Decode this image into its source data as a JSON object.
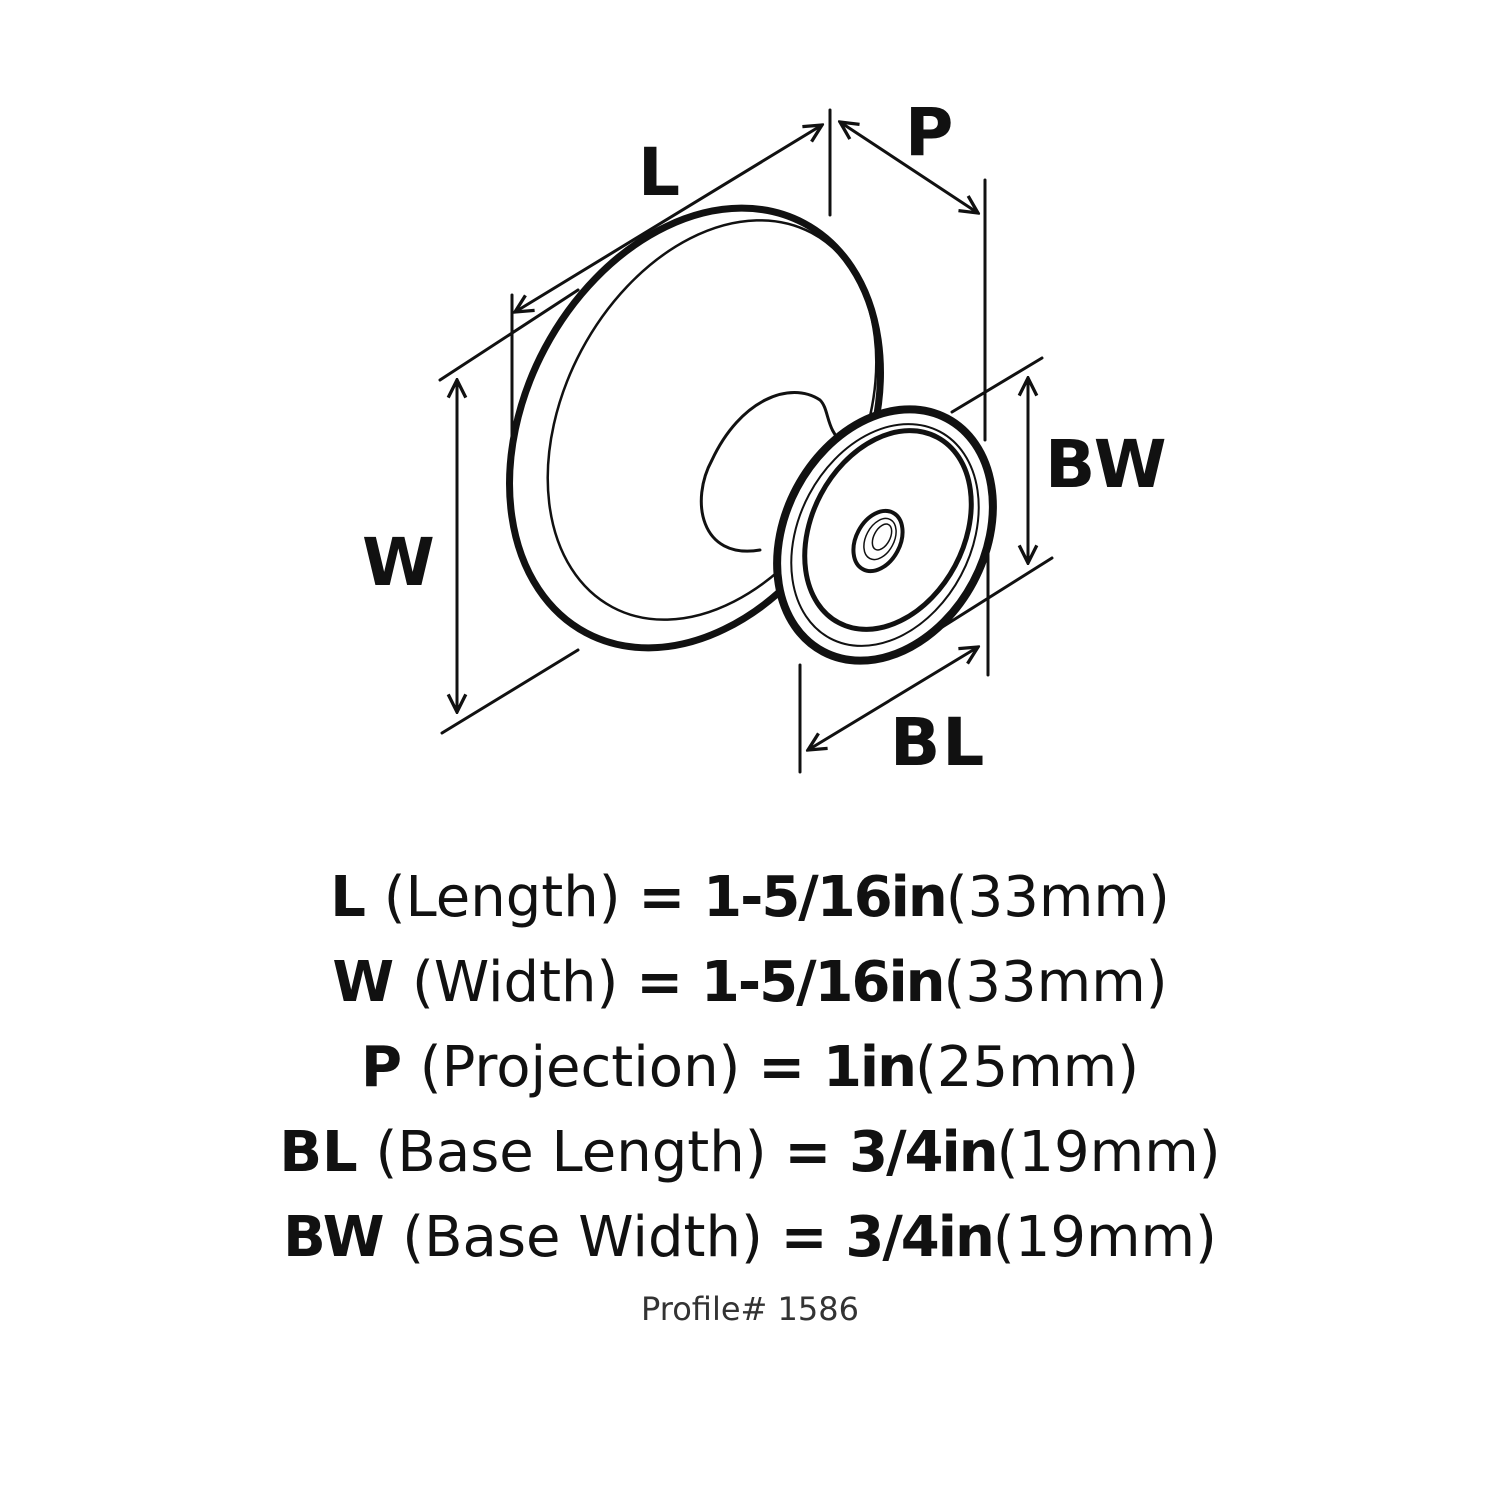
{
  "diagram": {
    "subject": "cabinet knob",
    "dimension_labels": {
      "L": "L",
      "P": "P",
      "W": "W",
      "BW": "BW",
      "BL": "BL"
    },
    "line_color": "#111111",
    "background": "#ffffff"
  },
  "specs": [
    {
      "abbr": "L",
      "name": "(Length)",
      "eq": "=",
      "inches": "1-5/16in",
      "mm": "(33mm)"
    },
    {
      "abbr": "W",
      "name": "(Width)",
      "eq": "=",
      "inches": "1-5/16in",
      "mm": "(33mm)"
    },
    {
      "abbr": "P",
      "name": "(Projection)",
      "eq": "=",
      "inches": "1in",
      "mm": "(25mm)"
    },
    {
      "abbr": "BL",
      "name": "(Base Length)",
      "eq": "=",
      "inches": "3/4in",
      "mm": "(19mm)"
    },
    {
      "abbr": "BW",
      "name": "(Base Width)",
      "eq": "=",
      "inches": "3/4in",
      "mm": "(19mm)"
    }
  ],
  "profile": "Profile# 1586"
}
